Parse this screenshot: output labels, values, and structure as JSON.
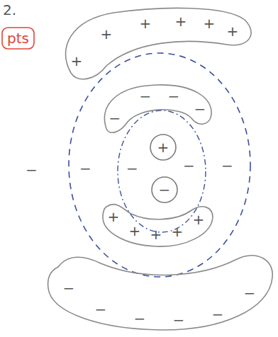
{
  "diagram": {
    "nodes": [
      {
        "text": [
          "pts"
        ]
      },
      {
        "text": [
          "+",
          "+",
          "+",
          "+",
          "+",
          "+"
        ]
      },
      {
        "text": [
          "−",
          "−",
          "−",
          "−"
        ]
      },
      {
        "text": [
          "+"
        ]
      },
      {
        "text": [
          "−"
        ]
      },
      {
        "text": [
          "+",
          "+",
          "+",
          "+",
          "+"
        ]
      },
      {
        "text": [
          "−",
          "−",
          "−",
          "−",
          "−",
          "−"
        ]
      }
    ],
    "labels": [
      "2.",
      "−",
      "−",
      "−",
      "−",
      "−"
    ]
  }
}
